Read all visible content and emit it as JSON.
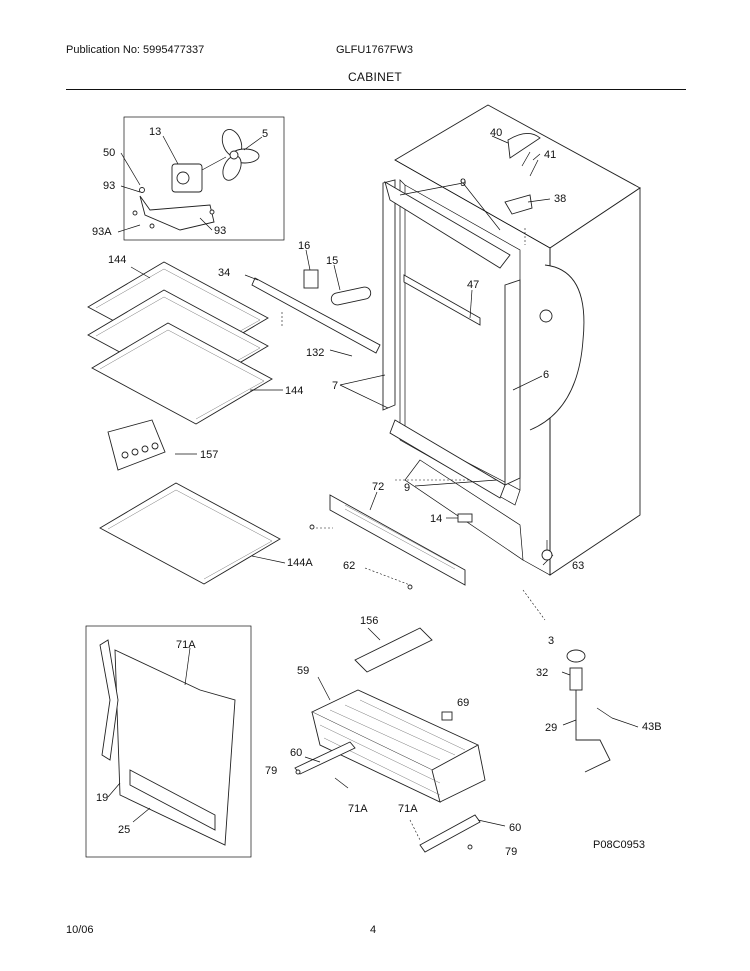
{
  "header": {
    "publication": "Publication No: 5995477337",
    "model": "GLFU1767FW3",
    "section": "CABINET"
  },
  "footer": {
    "date": "10/06",
    "page": "4"
  },
  "diagram_code": "P08C0953",
  "parts": {
    "p13": "13",
    "p5": "5",
    "p50": "50",
    "p93a": "93",
    "p93b": "93",
    "p93A": "93A",
    "p40": "40",
    "p41": "41",
    "p38": "38",
    "p9a": "9",
    "p9b": "9",
    "p16": "16",
    "p15": "15",
    "p34": "34",
    "p47": "47",
    "p144a": "144",
    "p144b": "144",
    "p132": "132",
    "p7": "7",
    "p6": "6",
    "p157": "157",
    "p72": "72",
    "p14": "14",
    "p144A": "144A",
    "p62": "62",
    "p63": "63",
    "p71Aa": "71A",
    "p156": "156",
    "p3": "3",
    "p59": "59",
    "p69": "69",
    "p32": "32",
    "p60a": "60",
    "p79a": "79",
    "p19": "19",
    "p25": "25",
    "p71Ab": "71A",
    "p71Ac": "71A",
    "p29": "29",
    "p43B": "43B",
    "p60b": "60",
    "p79b": "79"
  }
}
